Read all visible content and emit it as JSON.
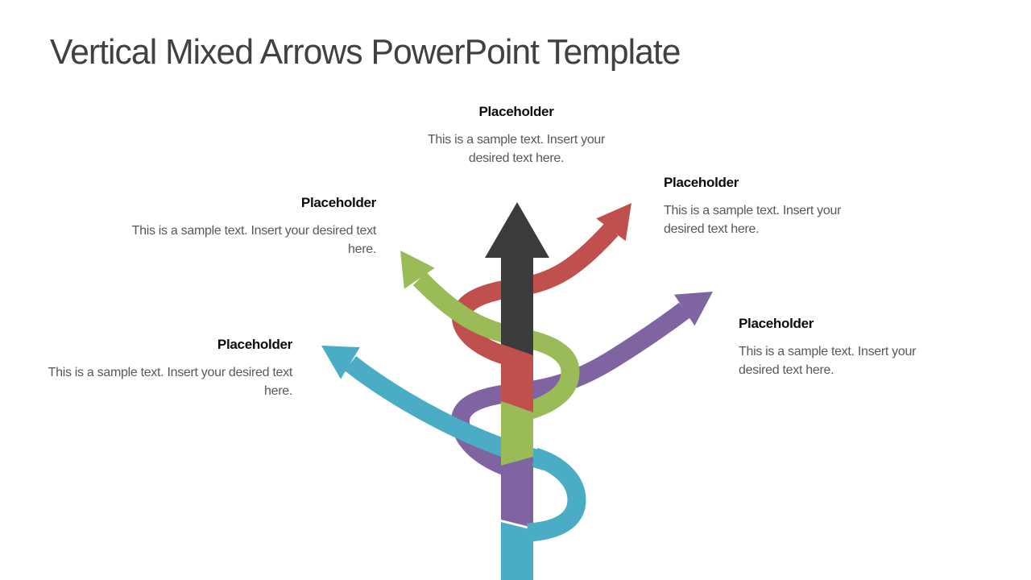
{
  "slide": {
    "title": "Vertical Mixed Arrows PowerPoint Template"
  },
  "placeholders": {
    "top": {
      "heading": "Placeholder",
      "body": "This is a sample text. Insert your desired text here."
    },
    "upper_left": {
      "heading": "Placeholder",
      "body": "This is a sample text. Insert your desired text here."
    },
    "upper_right": {
      "heading": "Placeholder",
      "body": "This is a sample text. Insert your desired text here."
    },
    "lower_left": {
      "heading": "Placeholder",
      "body": "This is a sample text. Insert your desired text here."
    },
    "lower_right": {
      "heading": "Placeholder",
      "body": "This is a sample text. Insert your desired text here."
    }
  },
  "colors": {
    "background": "#ffffff",
    "title-color": "#414144",
    "heading-color": "#0b0b0b",
    "body-color": "#595959",
    "arrow-dark": "#3b3b3c",
    "arrow-red": "#c0504d",
    "arrow-green": "#9bbb59",
    "arrow-purple": "#8064a2",
    "arrow-teal": "#4bacc6"
  }
}
